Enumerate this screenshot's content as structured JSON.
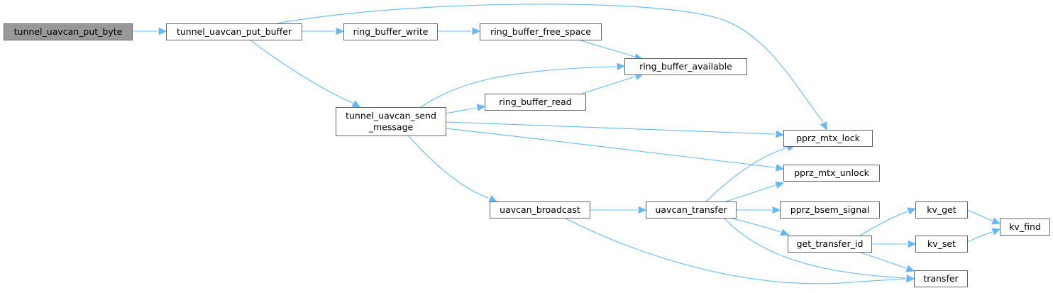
{
  "graph": {
    "type": "call-graph",
    "edge_color": "#63b8ff",
    "root_fill": "#999999",
    "nodes": [
      {
        "id": "tunnel_uavcan_put_byte",
        "lines": [
          "tunnel_uavcan_put_byte"
        ],
        "root": true
      },
      {
        "id": "tunnel_uavcan_put_buffer",
        "lines": [
          "tunnel_uavcan_put_buffer"
        ]
      },
      {
        "id": "ring_buffer_write",
        "lines": [
          "ring_buffer_write"
        ]
      },
      {
        "id": "ring_buffer_free_space",
        "lines": [
          "ring_buffer_free_space"
        ]
      },
      {
        "id": "ring_buffer_available",
        "lines": [
          "ring_buffer_available"
        ]
      },
      {
        "id": "tunnel_uavcan_send_message",
        "lines": [
          "tunnel_uavcan_send",
          "_message"
        ]
      },
      {
        "id": "ring_buffer_read",
        "lines": [
          "ring_buffer_read"
        ]
      },
      {
        "id": "pprz_mtx_lock",
        "lines": [
          "pprz_mtx_lock"
        ]
      },
      {
        "id": "pprz_mtx_unlock",
        "lines": [
          "pprz_mtx_unlock"
        ]
      },
      {
        "id": "uavcan_broadcast",
        "lines": [
          "uavcan_broadcast"
        ]
      },
      {
        "id": "uavcan_transfer",
        "lines": [
          "uavcan_transfer"
        ]
      },
      {
        "id": "pprz_bsem_signal",
        "lines": [
          "pprz_bsem_signal"
        ]
      },
      {
        "id": "get_transfer_id",
        "lines": [
          "get_transfer_id"
        ]
      },
      {
        "id": "kv_get",
        "lines": [
          "kv_get"
        ]
      },
      {
        "id": "kv_set",
        "lines": [
          "kv_set"
        ]
      },
      {
        "id": "kv_find",
        "lines": [
          "kv_find"
        ]
      },
      {
        "id": "transfer",
        "lines": [
          "transfer"
        ]
      }
    ],
    "edges": [
      {
        "from": "tunnel_uavcan_put_byte",
        "to": "tunnel_uavcan_put_buffer"
      },
      {
        "from": "tunnel_uavcan_put_buffer",
        "to": "ring_buffer_write"
      },
      {
        "from": "tunnel_uavcan_put_buffer",
        "to": "pprz_mtx_lock"
      },
      {
        "from": "tunnel_uavcan_put_buffer",
        "to": "tunnel_uavcan_send_message"
      },
      {
        "from": "ring_buffer_write",
        "to": "ring_buffer_free_space"
      },
      {
        "from": "ring_buffer_free_space",
        "to": "ring_buffer_available"
      },
      {
        "from": "tunnel_uavcan_send_message",
        "to": "ring_buffer_available"
      },
      {
        "from": "tunnel_uavcan_send_message",
        "to": "ring_buffer_read"
      },
      {
        "from": "tunnel_uavcan_send_message",
        "to": "pprz_mtx_lock"
      },
      {
        "from": "tunnel_uavcan_send_message",
        "to": "pprz_mtx_unlock"
      },
      {
        "from": "tunnel_uavcan_send_message",
        "to": "uavcan_broadcast"
      },
      {
        "from": "ring_buffer_read",
        "to": "ring_buffer_available"
      },
      {
        "from": "uavcan_broadcast",
        "to": "uavcan_transfer"
      },
      {
        "from": "uavcan_broadcast",
        "to": "transfer"
      },
      {
        "from": "uavcan_transfer",
        "to": "pprz_mtx_lock"
      },
      {
        "from": "uavcan_transfer",
        "to": "pprz_mtx_unlock"
      },
      {
        "from": "uavcan_transfer",
        "to": "pprz_bsem_signal"
      },
      {
        "from": "uavcan_transfer",
        "to": "get_transfer_id"
      },
      {
        "from": "uavcan_transfer",
        "to": "transfer"
      },
      {
        "from": "get_transfer_id",
        "to": "kv_get"
      },
      {
        "from": "get_transfer_id",
        "to": "kv_set"
      },
      {
        "from": "get_transfer_id",
        "to": "transfer"
      },
      {
        "from": "kv_get",
        "to": "kv_find"
      },
      {
        "from": "kv_set",
        "to": "kv_find"
      }
    ]
  }
}
